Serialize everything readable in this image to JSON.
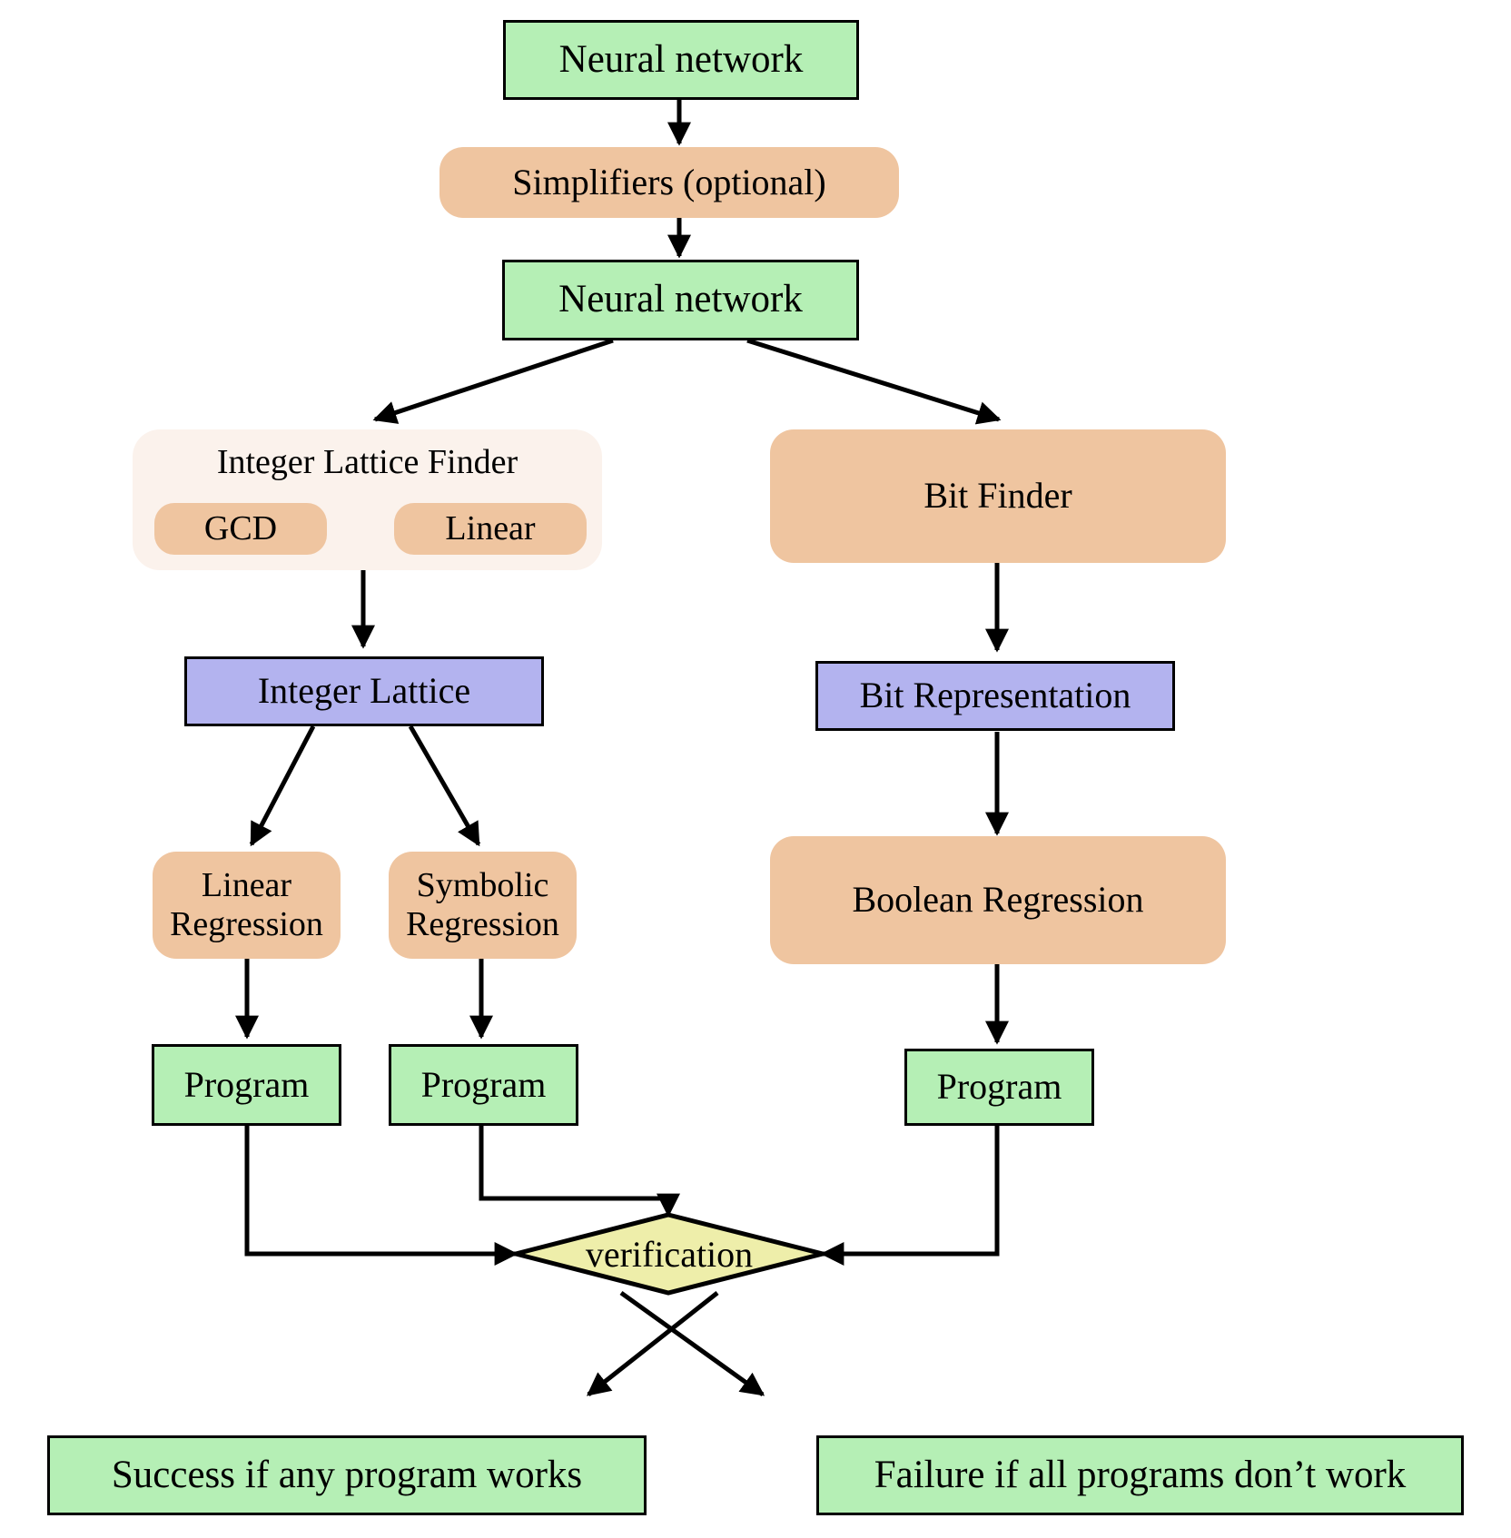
{
  "diagram": {
    "title": "Neural network to program pipeline flowchart",
    "colors": {
      "green": "#b5efb5",
      "purple": "#b3b3ef",
      "orange": "#efc5a0",
      "group": "#fbf2ec",
      "diamond": "#eeeeaa",
      "stroke": "#000000"
    },
    "nodes": {
      "neural_network_top": "Neural network",
      "simplifiers": "Simplifiers (optional)",
      "neural_network_second": "Neural network",
      "integer_lattice_finder": "Integer Lattice Finder",
      "gcd": "GCD",
      "linear": "Linear",
      "bit_finder": "Bit Finder",
      "integer_lattice": "Integer Lattice",
      "bit_representation": "Bit Representation",
      "linear_regression": "Linear\nRegression",
      "linear_regression_line1": "Linear",
      "linear_regression_line2": "Regression",
      "symbolic_regression_line1": "Symbolic",
      "symbolic_regression_line2": "Regression",
      "boolean_regression": "Boolean Regression",
      "program_left": "Program",
      "program_middle": "Program",
      "program_right": "Program",
      "verification": "verification",
      "success": "Success if any program works",
      "failure": "Failure if all programs don’t work"
    }
  }
}
